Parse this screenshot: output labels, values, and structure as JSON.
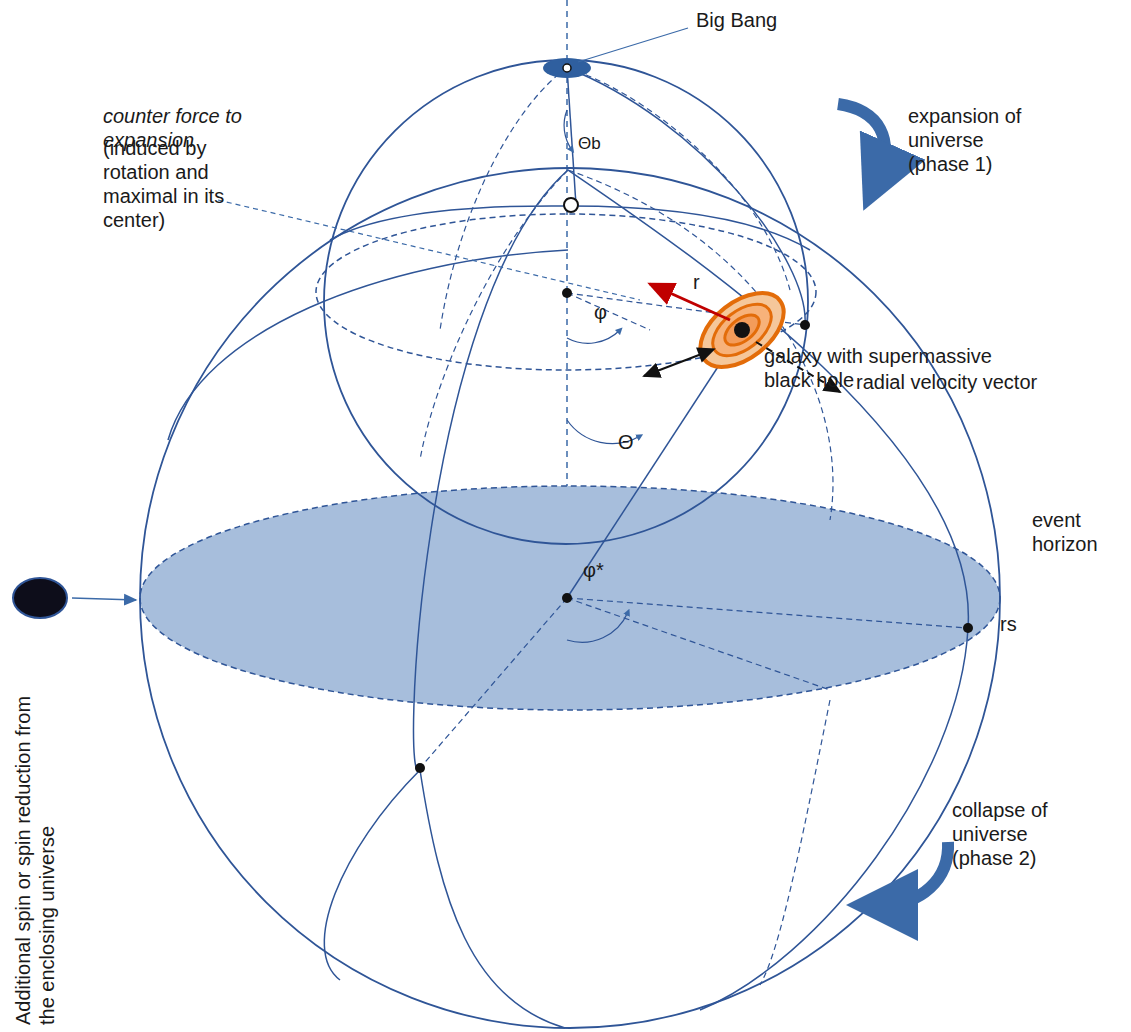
{
  "diagram": {
    "labels": [
      "Big Bang",
      "Θb",
      "counter force to expansion",
      "(induced by rotation and maximal in its center)",
      "expansion of universe (phase 1)",
      "r",
      "φ",
      "galaxy with supermassive black hole",
      "radial velocity vector",
      "Θ",
      "event horizon",
      "rs",
      "φ*",
      "Additional spin or spin reduction from the enclosing universe",
      "collapse of universe (phase 2)"
    ]
  }
}
